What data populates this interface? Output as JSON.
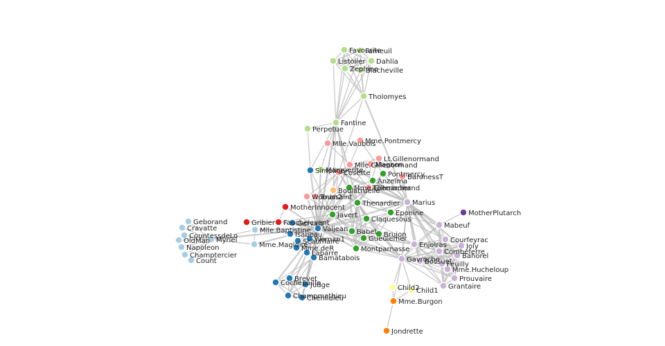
{
  "groups": {
    "g1": "#b2df8a",
    "g2": "#fb9a99",
    "g3": "#33a02c",
    "g4": "#1f78b4",
    "g5": "#a6cee3",
    "g6": "#e31a1c",
    "g7": "#cab2d6",
    "g8": "#6a3d9a",
    "g9": "#fdbf6f",
    "g10": "#ffff99",
    "g11": "#ff7f00"
  },
  "nodes": [
    {
      "id": "Favourite",
      "label": "Favourite",
      "group": "g1"
    },
    {
      "id": "Fameuil",
      "label": "Fameuil",
      "group": "g1"
    },
    {
      "id": "Listolier",
      "label": "Listolier",
      "group": "g1"
    },
    {
      "id": "Dahlia",
      "label": "Dahlia",
      "group": "g1"
    },
    {
      "id": "Zephine",
      "label": "Zephine",
      "group": "g1"
    },
    {
      "id": "Blacheville",
      "label": "Blacheville",
      "group": "g1"
    },
    {
      "id": "Tholomyes",
      "label": "Tholomyes",
      "group": "g1"
    },
    {
      "id": "Fantine",
      "label": "Fantine",
      "group": "g1"
    },
    {
      "id": "Perpetue",
      "label": "Perpetue",
      "group": "g1"
    },
    {
      "id": "Simplice",
      "label": "Simplice",
      "group": "g4"
    },
    {
      "id": "Marguerite",
      "label": "Marguerite",
      "group": "g1"
    },
    {
      "id": "MlleVaubois",
      "label": "Mlle.Vaubois",
      "group": "g2"
    },
    {
      "id": "MmePontmercy",
      "label": "Mme.Pontmercy",
      "group": "g2"
    },
    {
      "id": "LtGillenormand",
      "label": "Lt.Gillenormand",
      "group": "g2"
    },
    {
      "id": "MlleGillenormand",
      "label": "Mlle.Gillenormand",
      "group": "g2"
    },
    {
      "id": "Magnon",
      "label": "Magnon",
      "group": "g2"
    },
    {
      "id": "Cosette",
      "label": "Cosette",
      "group": "g2"
    },
    {
      "id": "Pontmercy",
      "label": "Pontmercy",
      "group": "g3"
    },
    {
      "id": "BaronessT",
      "label": "BaronessT",
      "group": "g2"
    },
    {
      "id": "Anzelma",
      "label": "Anzelma",
      "group": "g3"
    },
    {
      "id": "MmeThenardier",
      "label": "Mme.Thenardier",
      "group": "g3"
    },
    {
      "id": "Gillenormand",
      "label": "Gillenormand",
      "group": "g2"
    },
    {
      "id": "Boulatruelle",
      "label": "Boulatruelle",
      "group": "g9"
    },
    {
      "id": "Toussaint",
      "label": "Toussaint",
      "group": "g2"
    },
    {
      "id": "Woman2",
      "label": "Woman2",
      "group": "g2"
    },
    {
      "id": "Thenardier",
      "label": "Thenardier",
      "group": "g3"
    },
    {
      "id": "Marius",
      "label": "Marius",
      "group": "g7"
    },
    {
      "id": "MotherInnocent",
      "label": "MotherInnocent",
      "group": "g6"
    },
    {
      "id": "Eponine",
      "label": "Eponine",
      "group": "g3"
    },
    {
      "id": "MotherPlutarch",
      "label": "MotherPlutarch",
      "group": "g8"
    },
    {
      "id": "Javert",
      "label": "Javert",
      "group": "g3"
    },
    {
      "id": "Claquesous",
      "label": "Claquesous",
      "group": "g3"
    },
    {
      "id": "Mabeuf",
      "label": "Mabeuf",
      "group": "g7"
    },
    {
      "id": "Gribier",
      "label": "Gribier",
      "group": "g6"
    },
    {
      "id": "Fauchelevent",
      "label": "Fauchelevent",
      "group": "g6"
    },
    {
      "id": "Geborand",
      "label": "Geborand",
      "group": "g5"
    },
    {
      "id": "Cravatte",
      "label": "Cravatte",
      "group": "g5"
    },
    {
      "id": "CountessdeLo",
      "label": "CountessdeLo",
      "group": "g5"
    },
    {
      "id": "OldMan",
      "label": "OldMan",
      "group": "g5"
    },
    {
      "id": "Myriel",
      "label": "Myriel",
      "group": "g5"
    },
    {
      "id": "Napoleon",
      "label": "Napoleon",
      "group": "g5"
    },
    {
      "id": "Champtercier",
      "label": "Champtercier",
      "group": "g5"
    },
    {
      "id": "Count",
      "label": "Count",
      "group": "g5"
    },
    {
      "id": "MlleBaptistine",
      "label": "Mlle.Baptistine",
      "group": "g5"
    },
    {
      "id": "MmeMagloire",
      "label": "Mme.Magloire",
      "group": "g5"
    },
    {
      "id": "Gervais",
      "label": "Gervais",
      "group": "g4"
    },
    {
      "id": "Valjean",
      "label": "Valjean",
      "group": "g4"
    },
    {
      "id": "Isabeau",
      "label": "Isabeau",
      "group": "g4"
    },
    {
      "id": "Scaufflaire",
      "label": "Scaufflaire",
      "group": "g4"
    },
    {
      "id": "Woman1",
      "label": "Woman1",
      "group": "g4"
    },
    {
      "id": "MmedeR",
      "label": "Mme.deR",
      "group": "g4"
    },
    {
      "id": "Labarre",
      "label": "Labarre",
      "group": "g4"
    },
    {
      "id": "Bamatabois",
      "label": "Bamatabois",
      "group": "g4"
    },
    {
      "id": "Babet",
      "label": "Babet",
      "group": "g3"
    },
    {
      "id": "Brujon",
      "label": "Brujon",
      "group": "g3"
    },
    {
      "id": "Gueulemer",
      "label": "Gueulemer",
      "group": "g3"
    },
    {
      "id": "Montparnasse",
      "label": "Montparnasse",
      "group": "g3"
    },
    {
      "id": "Enjolras",
      "label": "Enjolras",
      "group": "g7"
    },
    {
      "id": "Courfeyrac",
      "label": "Courfeyrac",
      "group": "g7"
    },
    {
      "id": "Joly",
      "label": "Joly",
      "group": "g7"
    },
    {
      "id": "Combeferre",
      "label": "Combeferre",
      "group": "g7"
    },
    {
      "id": "Gavroche",
      "label": "Gavroche",
      "group": "g7"
    },
    {
      "id": "Bossuet",
      "label": "Bossuet",
      "group": "g7"
    },
    {
      "id": "Bahorel",
      "label": "Bahorel",
      "group": "g7"
    },
    {
      "id": "Feuilly",
      "label": "Feuilly",
      "group": "g7"
    },
    {
      "id": "MmeHucheloup",
      "label": "Mme.Hucheloup",
      "group": "g7"
    },
    {
      "id": "Prouvaire",
      "label": "Prouvaire",
      "group": "g7"
    },
    {
      "id": "Grantaire",
      "label": "Grantaire",
      "group": "g7"
    },
    {
      "id": "Brevet",
      "label": "Brevet",
      "group": "g4"
    },
    {
      "id": "Cochepaille",
      "label": "Cochepaille",
      "group": "g4"
    },
    {
      "id": "Judge",
      "label": "Judge",
      "group": "g4"
    },
    {
      "id": "Champmathieu",
      "label": "Champmathieu",
      "group": "g4"
    },
    {
      "id": "Chenildieu",
      "label": "Chenildieu",
      "group": "g4"
    },
    {
      "id": "Child2",
      "label": "Child2",
      "group": "g10"
    },
    {
      "id": "Child1",
      "label": "Child1",
      "group": "g10"
    },
    {
      "id": "MmeBurgon",
      "label": "Mme.Burgon",
      "group": "g11"
    },
    {
      "id": "Jondrette",
      "label": "Jondrette",
      "group": "g11"
    }
  ],
  "links": [
    [
      "Favourite",
      "Fameuil"
    ],
    [
      "Favourite",
      "Listolier"
    ],
    [
      "Favourite",
      "Dahlia"
    ],
    [
      "Favourite",
      "Zephine"
    ],
    [
      "Favourite",
      "Blacheville"
    ],
    [
      "Favourite",
      "Tholomyes"
    ],
    [
      "Favourite",
      "Fantine"
    ],
    [
      "Fameuil",
      "Listolier"
    ],
    [
      "Fameuil",
      "Dahlia"
    ],
    [
      "Fameuil",
      "Zephine"
    ],
    [
      "Fameuil",
      "Blacheville"
    ],
    [
      "Fameuil",
      "Tholomyes"
    ],
    [
      "Fameuil",
      "Fantine"
    ],
    [
      "Listolier",
      "Dahlia"
    ],
    [
      "Listolier",
      "Zephine"
    ],
    [
      "Listolier",
      "Blacheville"
    ],
    [
      "Listolier",
      "Tholomyes"
    ],
    [
      "Listolier",
      "Fantine"
    ],
    [
      "Dahlia",
      "Zephine"
    ],
    [
      "Dahlia",
      "Blacheville"
    ],
    [
      "Dahlia",
      "Tholomyes"
    ],
    [
      "Dahlia",
      "Fantine"
    ],
    [
      "Zephine",
      "Blacheville"
    ],
    [
      "Zephine",
      "Tholomyes"
    ],
    [
      "Zephine",
      "Fantine"
    ],
    [
      "Blacheville",
      "Tholomyes"
    ],
    [
      "Blacheville",
      "Fantine"
    ],
    [
      "Tholomyes",
      "Fantine"
    ],
    [
      "Tholomyes",
      "Marius"
    ],
    [
      "Tholomyes",
      "Cosette"
    ],
    [
      "Fantine",
      "Perpetue"
    ],
    [
      "Fantine",
      "Simplice"
    ],
    [
      "Fantine",
      "Marguerite"
    ],
    [
      "Fantine",
      "Valjean"
    ],
    [
      "Fantine",
      "Javert"
    ],
    [
      "Fantine",
      "Thenardier"
    ],
    [
      "Fantine",
      "MmeThenardier"
    ],
    [
      "Fantine",
      "Bamatabois"
    ],
    [
      "Perpetue",
      "Simplice"
    ],
    [
      "Simplice",
      "Valjean"
    ],
    [
      "Simplice",
      "Javert"
    ],
    [
      "Marguerite",
      "Valjean"
    ],
    [
      "MlleVaubois",
      "MlleGillenormand"
    ],
    [
      "MmePontmercy",
      "Pontmercy"
    ],
    [
      "MmePontmercy",
      "MlleGillenormand"
    ],
    [
      "LtGillenormand",
      "MlleGillenormand"
    ],
    [
      "LtGillenormand",
      "Gillenormand"
    ],
    [
      "LtGillenormand",
      "Cosette"
    ],
    [
      "MlleGillenormand",
      "Gillenormand"
    ],
    [
      "MlleGillenormand",
      "Cosette"
    ],
    [
      "MlleGillenormand",
      "Valjean"
    ],
    [
      "MlleGillenormand",
      "Marius"
    ],
    [
      "Magnon",
      "Gillenormand"
    ],
    [
      "Magnon",
      "MmeThenardier"
    ],
    [
      "Cosette",
      "Valjean"
    ],
    [
      "Cosette",
      "Marius"
    ],
    [
      "Cosette",
      "Thenardier"
    ],
    [
      "Cosette",
      "Javert"
    ],
    [
      "Cosette",
      "Woman2"
    ],
    [
      "Cosette",
      "Toussaint"
    ],
    [
      "Cosette",
      "Gillenormand"
    ],
    [
      "Cosette",
      "MmeThenardier"
    ],
    [
      "Pontmercy",
      "Thenardier"
    ],
    [
      "Pontmercy",
      "Marius"
    ],
    [
      "BaronessT",
      "Gillenormand"
    ],
    [
      "BaronessT",
      "Marius"
    ],
    [
      "Anzelma",
      "Thenardier"
    ],
    [
      "Anzelma",
      "MmeThenardier"
    ],
    [
      "Anzelma",
      "Marius"
    ],
    [
      "MmeThenardier",
      "Thenardier"
    ],
    [
      "MmeThenardier",
      "Valjean"
    ],
    [
      "MmeThenardier",
      "Javert"
    ],
    [
      "MmeThenardier",
      "Babet"
    ],
    [
      "MmeThenardier",
      "Claquesous"
    ],
    [
      "MmeThenardier",
      "Eponine"
    ],
    [
      "MmeThenardier",
      "Gueulemer"
    ],
    [
      "MmeThenardier",
      "Montparnasse"
    ],
    [
      "Gillenormand",
      "Valjean"
    ],
    [
      "Gillenormand",
      "Marius"
    ],
    [
      "Boulatruelle",
      "Thenardier"
    ],
    [
      "Toussaint",
      "Valjean"
    ],
    [
      "Toussaint",
      "Javert"
    ],
    [
      "Woman2",
      "Valjean"
    ],
    [
      "Woman2",
      "Javert"
    ],
    [
      "Thenardier",
      "Valjean"
    ],
    [
      "Thenardier",
      "Javert"
    ],
    [
      "Thenardier",
      "Marius"
    ],
    [
      "Thenardier",
      "Eponine"
    ],
    [
      "Thenardier",
      "Babet"
    ],
    [
      "Thenardier",
      "Gueulemer"
    ],
    [
      "Thenardier",
      "Claquesous"
    ],
    [
      "Thenardier",
      "Montparnasse"
    ],
    [
      "Thenardier",
      "Brujon"
    ],
    [
      "Thenardier",
      "Gavroche"
    ],
    [
      "Marius",
      "Valjean"
    ],
    [
      "Marius",
      "Eponine"
    ],
    [
      "Marius",
      "Mabeuf"
    ],
    [
      "Marius",
      "Enjolras"
    ],
    [
      "Marius",
      "Combeferre"
    ],
    [
      "Marius",
      "Feuilly"
    ],
    [
      "Marius",
      "Courfeyrac"
    ],
    [
      "Marius",
      "Bahorel"
    ],
    [
      "Marius",
      "Bossuet"
    ],
    [
      "Marius",
      "Joly"
    ],
    [
      "Marius",
      "Gavroche"
    ],
    [
      "MotherInnocent",
      "Fauchelevent"
    ],
    [
      "MotherInnocent",
      "Valjean"
    ],
    [
      "Eponine",
      "Mabeuf"
    ],
    [
      "Eponine",
      "Courfeyrac"
    ],
    [
      "Eponine",
      "Claquesous"
    ],
    [
      "Eponine",
      "Montparnasse"
    ],
    [
      "Eponine",
      "Brujon"
    ],
    [
      "Eponine",
      "Babet"
    ],
    [
      "MotherPlutarch",
      "Mabeuf"
    ],
    [
      "Javert",
      "Valjean"
    ],
    [
      "Javert",
      "Bamatabois"
    ],
    [
      "Javert",
      "Babet"
    ],
    [
      "Javert",
      "Gueulemer"
    ],
    [
      "Javert",
      "Claquesous"
    ],
    [
      "Javert",
      "Montparnasse"
    ],
    [
      "Javert",
      "Enjolras"
    ],
    [
      "Javert",
      "Gavroche"
    ],
    [
      "Javert",
      "Fauchelevent"
    ],
    [
      "Javert",
      "Woman1"
    ],
    [
      "Claquesous",
      "Babet"
    ],
    [
      "Claquesous",
      "Gueulemer"
    ],
    [
      "Claquesous",
      "Montparnasse"
    ],
    [
      "Claquesous",
      "Brujon"
    ],
    [
      "Claquesous",
      "Enjolras"
    ],
    [
      "Claquesous",
      "Valjean"
    ],
    [
      "Mabeuf",
      "Gavroche"
    ],
    [
      "Mabeuf",
      "Enjolras"
    ],
    [
      "Mabeuf",
      "Courfeyrac"
    ],
    [
      "Mabeuf",
      "Feuilly"
    ],
    [
      "Mabeuf",
      "Combeferre"
    ],
    [
      "Gribier",
      "Fauchelevent"
    ],
    [
      "Fauchelevent",
      "Valjean"
    ],
    [
      "Geborand",
      "Myriel"
    ],
    [
      "Cravatte",
      "Myriel"
    ],
    [
      "CountessdeLo",
      "Myriel"
    ],
    [
      "OldMan",
      "Myriel"
    ],
    [
      "Napoleon",
      "Myriel"
    ],
    [
      "Champtercier",
      "Myriel"
    ],
    [
      "Count",
      "Myriel"
    ],
    [
      "MlleBaptistine",
      "Myriel"
    ],
    [
      "MlleBaptistine",
      "MmeMagloire"
    ],
    [
      "MlleBaptistine",
      "Valjean"
    ],
    [
      "MmeMagloire",
      "Myriel"
    ],
    [
      "MmeMagloire",
      "Valjean"
    ],
    [
      "Myriel",
      "Valjean"
    ],
    [
      "Gervais",
      "Valjean"
    ],
    [
      "Isabeau",
      "Valjean"
    ],
    [
      "Scaufflaire",
      "Valjean"
    ],
    [
      "Woman1",
      "Valjean"
    ],
    [
      "MmedeR",
      "Valjean"
    ],
    [
      "Labarre",
      "Valjean"
    ],
    [
      "Bamatabois",
      "Valjean"
    ],
    [
      "Bamatabois",
      "Brevet"
    ],
    [
      "Bamatabois",
      "Cochepaille"
    ],
    [
      "Bamatabois",
      "Judge"
    ],
    [
      "Bamatabois",
      "Champmathieu"
    ],
    [
      "Bamatabois",
      "Chenildieu"
    ],
    [
      "Brevet",
      "Cochepaille"
    ],
    [
      "Brevet",
      "Judge"
    ],
    [
      "Brevet",
      "Champmathieu"
    ],
    [
      "Brevet",
      "Chenildieu"
    ],
    [
      "Brevet",
      "Valjean"
    ],
    [
      "Cochepaille",
      "Judge"
    ],
    [
      "Cochepaille",
      "Champmathieu"
    ],
    [
      "Cochepaille",
      "Chenildieu"
    ],
    [
      "Cochepaille",
      "Valjean"
    ],
    [
      "Judge",
      "Champmathieu"
    ],
    [
      "Judge",
      "Chenildieu"
    ],
    [
      "Judge",
      "Valjean"
    ],
    [
      "Champmathieu",
      "Chenildieu"
    ],
    [
      "Champmathieu",
      "Valjean"
    ],
    [
      "Chenildieu",
      "Valjean"
    ],
    [
      "Babet",
      "Gueulemer"
    ],
    [
      "Babet",
      "Montparnasse"
    ],
    [
      "Babet",
      "Brujon"
    ],
    [
      "Babet",
      "Valjean"
    ],
    [
      "Gueulemer",
      "Montparnasse"
    ],
    [
      "Gueulemer",
      "Brujon"
    ],
    [
      "Gueulemer",
      "Valjean"
    ],
    [
      "Montparnasse",
      "Brujon"
    ],
    [
      "Montparnasse",
      "Gavroche"
    ],
    [
      "Montparnasse",
      "Valjean"
    ],
    [
      "Brujon",
      "Gavroche"
    ],
    [
      "Enjolras",
      "Valjean"
    ],
    [
      "Enjolras",
      "Gavroche"
    ],
    [
      "Enjolras",
      "Courfeyrac"
    ],
    [
      "Enjolras",
      "Combeferre"
    ],
    [
      "Enjolras",
      "Bossuet"
    ],
    [
      "Enjolras",
      "Joly"
    ],
    [
      "Enjolras",
      "Bahorel"
    ],
    [
      "Enjolras",
      "Feuilly"
    ],
    [
      "Enjolras",
      "Prouvaire"
    ],
    [
      "Enjolras",
      "Grantaire"
    ],
    [
      "Courfeyrac",
      "Combeferre"
    ],
    [
      "Courfeyrac",
      "Bossuet"
    ],
    [
      "Courfeyrac",
      "Joly"
    ],
    [
      "Courfeyrac",
      "Bahorel"
    ],
    [
      "Courfeyrac",
      "Feuilly"
    ],
    [
      "Courfeyrac",
      "Prouvaire"
    ],
    [
      "Courfeyrac",
      "Grantaire"
    ],
    [
      "Courfeyrac",
      "Gavroche"
    ],
    [
      "Courfeyrac",
      "MmeHucheloup"
    ],
    [
      "Combeferre",
      "Bossuet"
    ],
    [
      "Combeferre",
      "Joly"
    ],
    [
      "Combeferre",
      "Bahorel"
    ],
    [
      "Combeferre",
      "Feuilly"
    ],
    [
      "Combeferre",
      "Prouvaire"
    ],
    [
      "Combeferre",
      "Grantaire"
    ],
    [
      "Combeferre",
      "Gavroche"
    ],
    [
      "Bossuet",
      "Joly"
    ],
    [
      "Bossuet",
      "Bahorel"
    ],
    [
      "Bossuet",
      "Feuilly"
    ],
    [
      "Bossuet",
      "Prouvaire"
    ],
    [
      "Bossuet",
      "Grantaire"
    ],
    [
      "Bossuet",
      "Gavroche"
    ],
    [
      "Bossuet",
      "MmeHucheloup"
    ],
    [
      "Bossuet",
      "Valjean"
    ],
    [
      "Joly",
      "Bahorel"
    ],
    [
      "Joly",
      "Feuilly"
    ],
    [
      "Joly",
      "Prouvaire"
    ],
    [
      "Joly",
      "Grantaire"
    ],
    [
      "Joly",
      "Gavroche"
    ],
    [
      "Joly",
      "MmeHucheloup"
    ],
    [
      "Bahorel",
      "Feuilly"
    ],
    [
      "Bahorel",
      "Prouvaire"
    ],
    [
      "Bahorel",
      "Grantaire"
    ],
    [
      "Bahorel",
      "Gavroche"
    ],
    [
      "Bahorel",
      "MmeHucheloup"
    ],
    [
      "Feuilly",
      "Prouvaire"
    ],
    [
      "Feuilly",
      "Grantaire"
    ],
    [
      "Feuilly",
      "Gavroche"
    ],
    [
      "Feuilly",
      "MmeHucheloup"
    ],
    [
      "Prouvaire",
      "Grantaire"
    ],
    [
      "Prouvaire",
      "Gavroche"
    ],
    [
      "Grantaire",
      "Gavroche"
    ],
    [
      "Grantaire",
      "MmeHucheloup"
    ],
    [
      "Gavroche",
      "Valjean"
    ],
    [
      "Gavroche",
      "Child1"
    ],
    [
      "Gavroche",
      "Child2"
    ],
    [
      "Child1",
      "Child2"
    ],
    [
      "Child1",
      "MmeBurgon"
    ],
    [
      "Child2",
      "MmeBurgon"
    ],
    [
      "MmeBurgon",
      "Jondrette"
    ],
    [
      "MmeBurgon",
      "Gavroche"
    ]
  ]
}
